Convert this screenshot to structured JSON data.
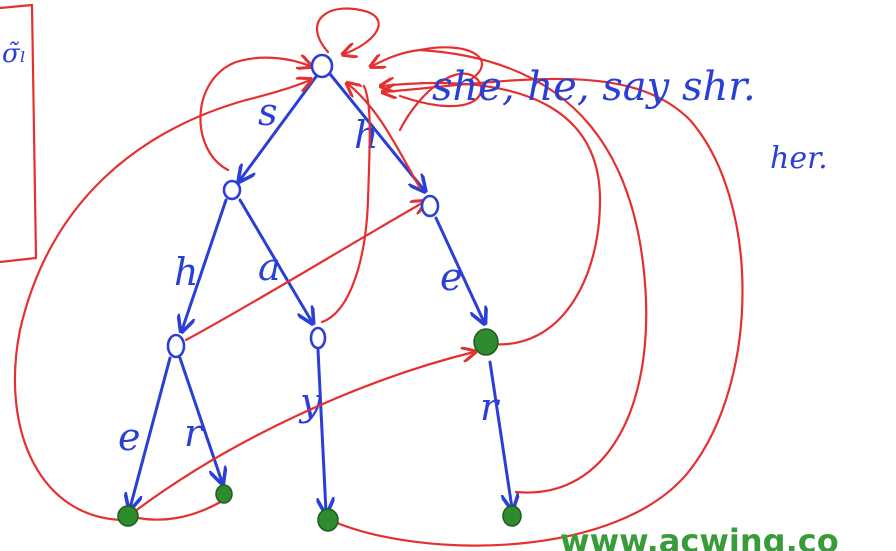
{
  "words_line1": "she, he, say shr.",
  "words_line2": "her.",
  "edges": {
    "root_s": "s",
    "root_h": "h",
    "s_h": "h",
    "s_a": "a",
    "sh_e": "e",
    "sh_r": "r",
    "sa_y": "y",
    "h_e": "e",
    "he_r": "r"
  },
  "watermark": "www.acwing.co",
  "colors": {
    "trie_ink": "#2a3fd6",
    "fail_link_ink": "#e53030",
    "terminal_node": "#2e8b2e"
  }
}
